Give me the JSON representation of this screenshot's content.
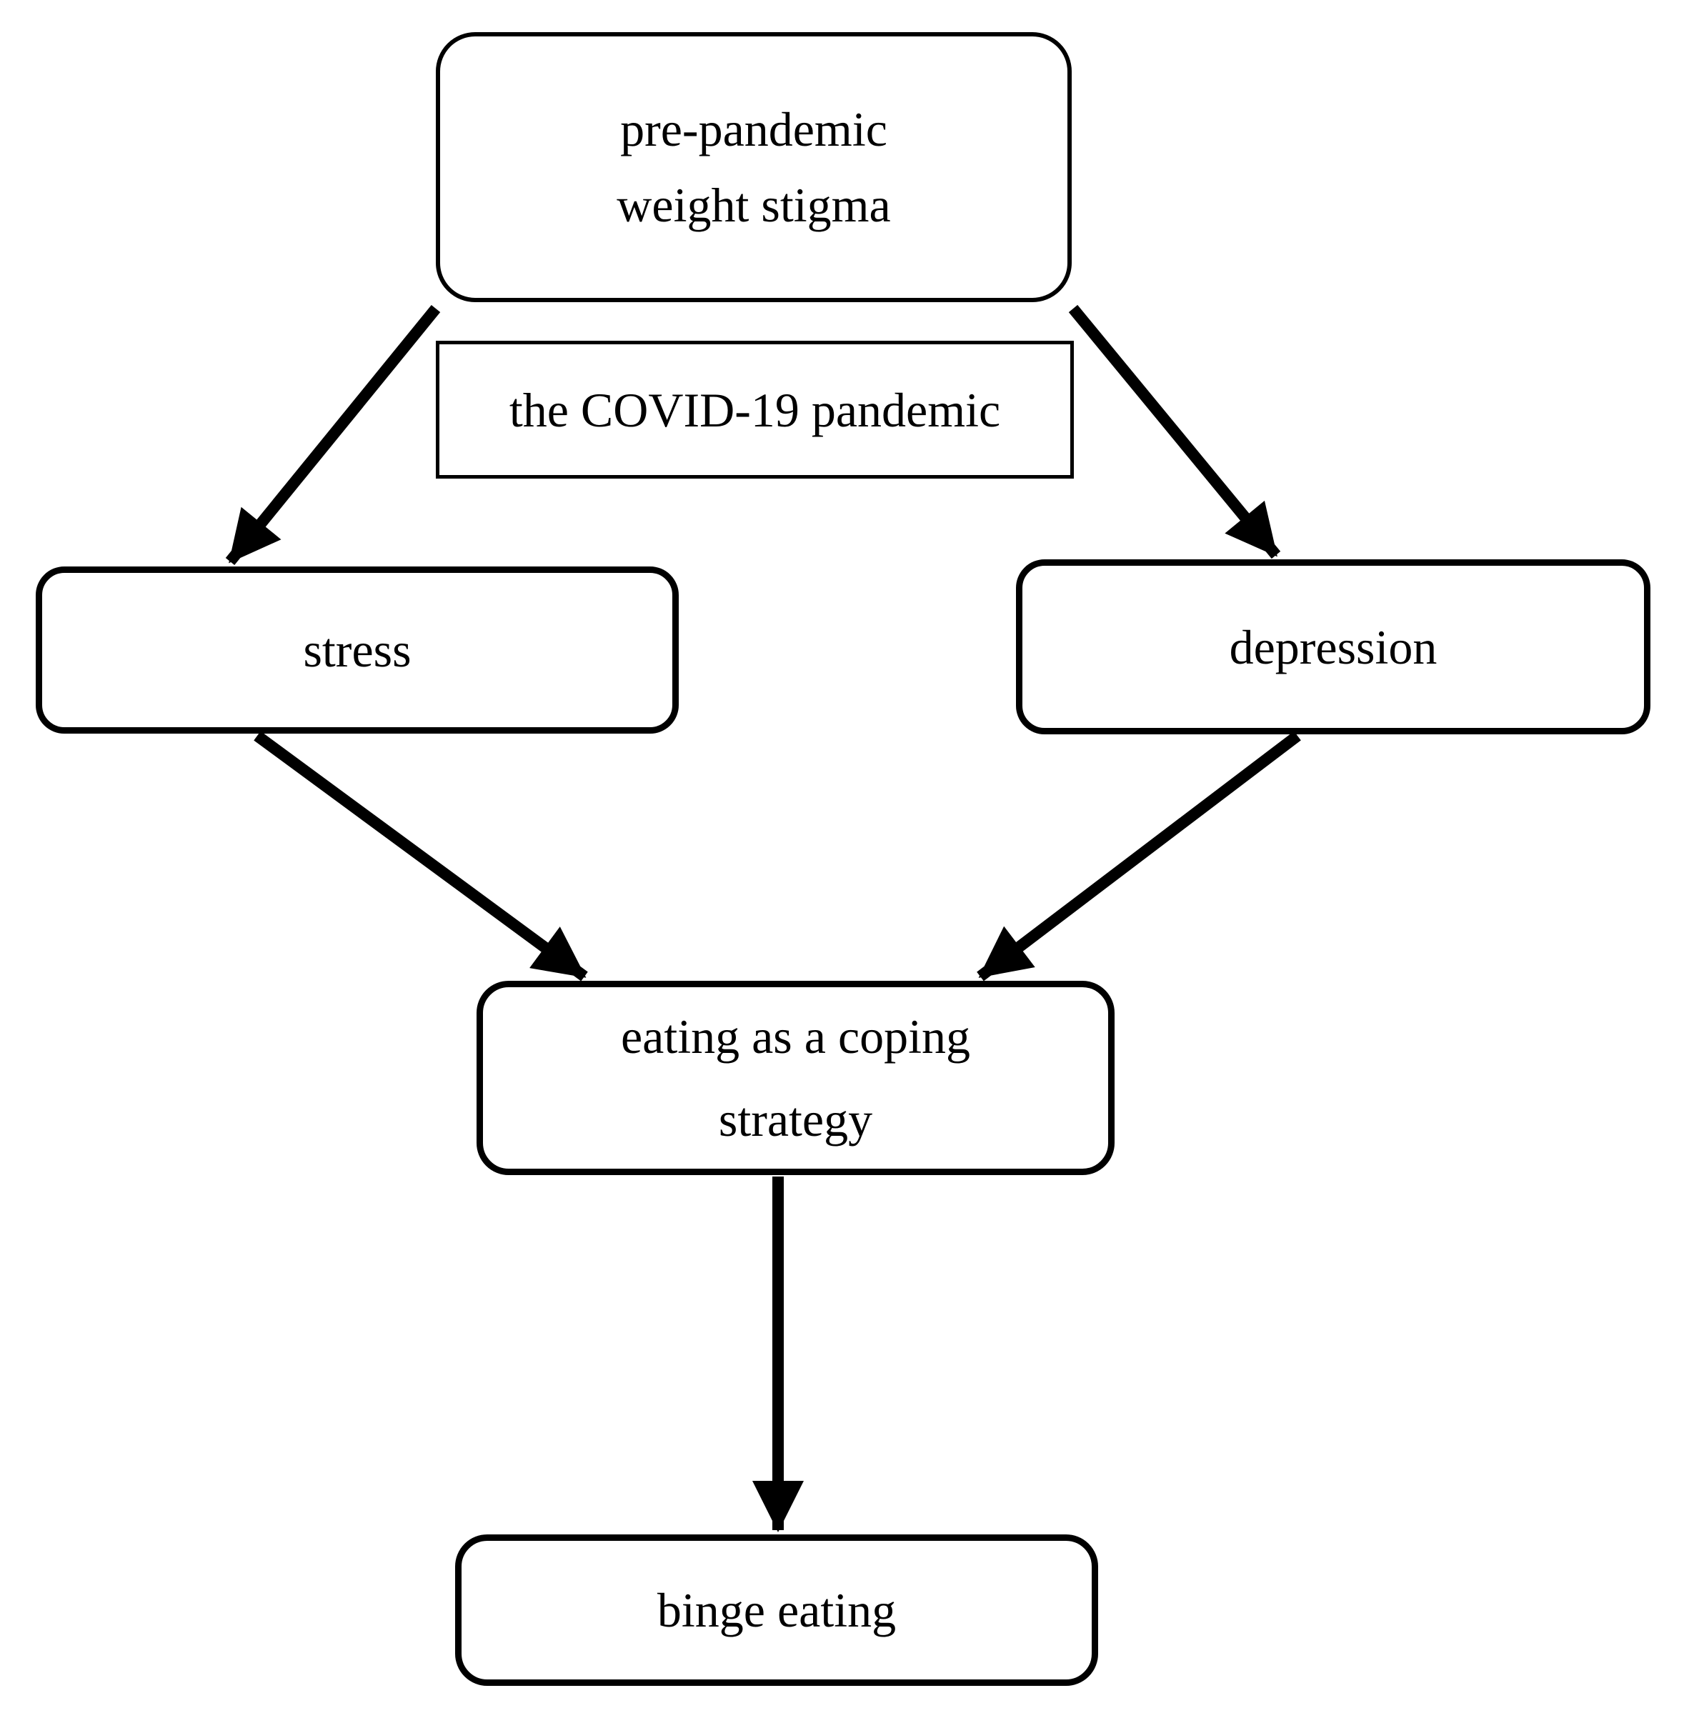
{
  "diagram": {
    "nodes": {
      "stigma": {
        "label": "pre-pandemic weight stigma",
        "lines": [
          "pre-pandemic",
          "weight stigma"
        ],
        "shape": "rounded-rectangle"
      },
      "covid": {
        "label": "the COVID-19 pandemic",
        "lines": [
          "the COVID-19 pandemic"
        ],
        "shape": "rectangle"
      },
      "stress": {
        "label": "stress",
        "lines": [
          "stress"
        ],
        "shape": "rounded-rectangle"
      },
      "depression": {
        "label": "depression",
        "lines": [
          "depression"
        ],
        "shape": "rounded-rectangle"
      },
      "eating": {
        "label": "eating as a coping strategy",
        "lines": [
          "eating as a coping",
          "strategy"
        ],
        "shape": "rounded-rectangle"
      },
      "binge": {
        "label": "binge eating",
        "lines": [
          "binge eating"
        ],
        "shape": "rounded-rectangle"
      }
    },
    "edges": [
      {
        "from": "pre-pandemic weight stigma",
        "to": "stress"
      },
      {
        "from": "pre-pandemic weight stigma",
        "to": "depression"
      },
      {
        "from": "stress",
        "to": "eating as a coping strategy"
      },
      {
        "from": "depression",
        "to": "eating as a coping strategy"
      },
      {
        "from": "eating as a coping strategy",
        "to": "binge eating"
      }
    ],
    "colors": {
      "stroke": "#000000",
      "background": "#ffffff",
      "text": "#000000"
    }
  }
}
